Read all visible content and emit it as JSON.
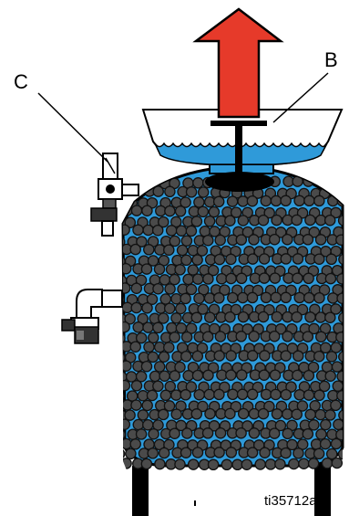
{
  "labels": {
    "c": "C",
    "b": "B",
    "figure_id": "ti35712a"
  },
  "colors": {
    "tank_blue": "#2f9ad9",
    "bead_fill": "#4a4a4a",
    "bead_stroke": "#111111",
    "arrow_red": "#e63a2a",
    "hopper_white": "#ffffff",
    "outline": "#000000"
  }
}
